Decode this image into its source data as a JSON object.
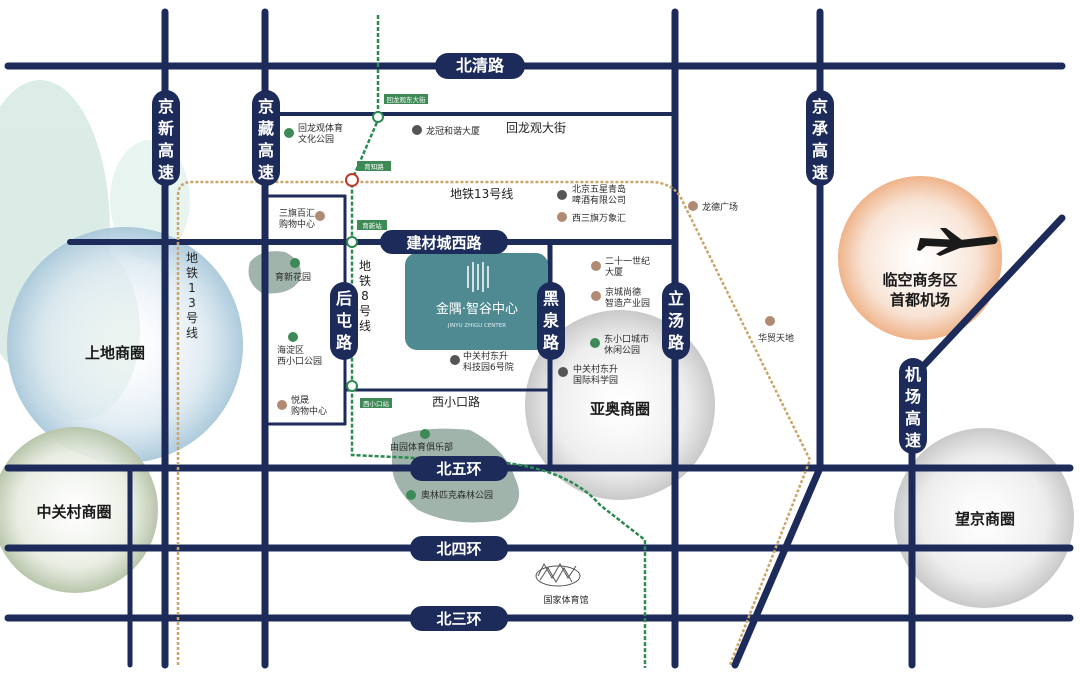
{
  "colors": {
    "road": "#1d2b5a",
    "road_pill": "#1d2b5a",
    "metro13": "#c9a56a",
    "metro8": "#2a8a4f",
    "park": "#8fa79c",
    "project": "#4f8a93",
    "commercial": "#b08a72",
    "park_icon": "#3e8a56"
  },
  "roads": {
    "beiqing": "北清路",
    "huilongguan": "回龙观大街",
    "jiancai_west": "建材城西路",
    "xixiaokou": "西小口路",
    "north5": "北五环",
    "north4": "北四环",
    "north3": "北三环",
    "jingxin": "京新高速",
    "jingzang": "京藏高速",
    "houtun": "后屯路",
    "heiquan": "黑泉路",
    "litang": "立汤路",
    "jingcheng": "京承高速",
    "airport_expwy": "机场高速"
  },
  "metro": {
    "line13_horizontal": "地铁13号线",
    "line13_vertical": "地铁13号线",
    "line8": "地铁8号线",
    "stations": {
      "huilongguan_east": "回龙观东大街",
      "yuzhi": "育知路",
      "yuxin": "育新站",
      "xixiaokou": "西小口站"
    }
  },
  "project": {
    "name": "金隅·智谷中心",
    "subtitle": "JINYU ZHIGU CENTER"
  },
  "areas": {
    "shangdi": "上地商圈",
    "zhongguancun": "中关村商圈",
    "yaao": "亚奥商圈",
    "wangjing": "望京商圈",
    "linkong": "临空商务区",
    "airport": "首都机场"
  },
  "pois": {
    "huilongguan_park": "回龙观体育\n文化公园",
    "longguan_building": "龙冠和谐大厦",
    "wuxing_beer": "北京五星青岛\n啤酒有限公司",
    "xisanqi_wanda": "西三旗万象汇",
    "longde": "龙德广场",
    "sanjiang": "三旗百汇\n购物中心",
    "yuxin_garden": "育新花园",
    "c21": "二十一世纪\n大厦",
    "jingcheng_industry": "京城尚德\n智造产业园",
    "dongxiaokou_park": "东小口城市\n休闲公园",
    "huamao": "华贸天地",
    "haidian_park": "海淀区\n西小口公园",
    "zgc_dongsheng6": "中关村东升\n科技园6号院",
    "zgc_dongsheng_intl": "中关村东升\n国际科学园",
    "yuejun": "悦晟\n购物中心",
    "yiyuan_club": "由园体育俱乐部",
    "olympic_park": "奥林匹克森林公园",
    "birds_nest": "国家体育馆"
  }
}
